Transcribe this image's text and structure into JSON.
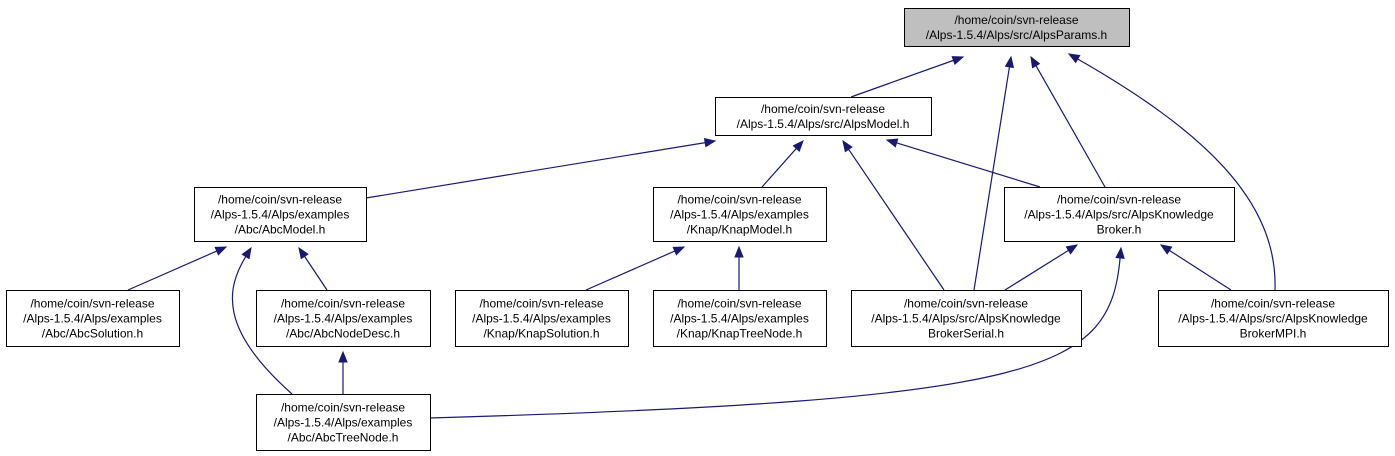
{
  "nodes": {
    "alps_params": {
      "lines": [
        "/home/coin/svn-release",
        "/Alps-1.5.4/Alps/src/AlpsParams.h"
      ]
    },
    "alps_model": {
      "lines": [
        "/home/coin/svn-release",
        "/Alps-1.5.4/Alps/src/AlpsModel.h"
      ]
    },
    "abc_model": {
      "lines": [
        "/home/coin/svn-release",
        "/Alps-1.5.4/Alps/examples",
        "/Abc/AbcModel.h"
      ]
    },
    "knap_model": {
      "lines": [
        "/home/coin/svn-release",
        "/Alps-1.5.4/Alps/examples",
        "/Knap/KnapModel.h"
      ]
    },
    "knowledge_broker": {
      "lines": [
        "/home/coin/svn-release",
        "/Alps-1.5.4/Alps/src/AlpsKnowledge",
        "Broker.h"
      ]
    },
    "abc_solution": {
      "lines": [
        "/home/coin/svn-release",
        "/Alps-1.5.4/Alps/examples",
        "/Abc/AbcSolution.h"
      ]
    },
    "abc_node_desc": {
      "lines": [
        "/home/coin/svn-release",
        "/Alps-1.5.4/Alps/examples",
        "/Abc/AbcNodeDesc.h"
      ]
    },
    "knap_solution": {
      "lines": [
        "/home/coin/svn-release",
        "/Alps-1.5.4/Alps/examples",
        "/Knap/KnapSolution.h"
      ]
    },
    "knap_tree_node": {
      "lines": [
        "/home/coin/svn-release",
        "/Alps-1.5.4/Alps/examples",
        "/Knap/KnapTreeNode.h"
      ]
    },
    "knowledge_broker_serial": {
      "lines": [
        "/home/coin/svn-release",
        "/Alps-1.5.4/Alps/src/AlpsKnowledge",
        "BrokerSerial.h"
      ]
    },
    "knowledge_broker_mpi": {
      "lines": [
        "/home/coin/svn-release",
        "/Alps-1.5.4/Alps/src/AlpsKnowledge",
        "BrokerMPI.h"
      ]
    },
    "abc_tree_node": {
      "lines": [
        "/home/coin/svn-release",
        "/Alps-1.5.4/Alps/examples",
        "/Abc/AbcTreeNode.h"
      ]
    }
  },
  "edges": [
    {
      "from": "alps_model",
      "to": "alps_params"
    },
    {
      "from": "knowledge_broker_serial",
      "to": "alps_params"
    },
    {
      "from": "knowledge_broker",
      "to": "alps_params"
    },
    {
      "from": "knowledge_broker_mpi",
      "to": "alps_params"
    },
    {
      "from": "abc_model",
      "to": "alps_model"
    },
    {
      "from": "knap_model",
      "to": "alps_model"
    },
    {
      "from": "knowledge_broker_serial",
      "to": "alps_model"
    },
    {
      "from": "knowledge_broker",
      "to": "alps_model"
    },
    {
      "from": "abc_solution",
      "to": "abc_model"
    },
    {
      "from": "abc_tree_node",
      "to": "abc_model"
    },
    {
      "from": "abc_node_desc",
      "to": "abc_model"
    },
    {
      "from": "knap_solution",
      "to": "knap_model"
    },
    {
      "from": "knap_tree_node",
      "to": "knap_model"
    },
    {
      "from": "knowledge_broker_serial",
      "to": "knowledge_broker"
    },
    {
      "from": "abc_tree_node",
      "to": "knowledge_broker"
    },
    {
      "from": "knowledge_broker_mpi",
      "to": "knowledge_broker"
    },
    {
      "from": "abc_tree_node",
      "to": "abc_node_desc"
    }
  ],
  "colors": {
    "edge": "#191970",
    "root_fill": "#bfbfbf",
    "node_fill": "#ffffff",
    "node_border": "#000000"
  }
}
